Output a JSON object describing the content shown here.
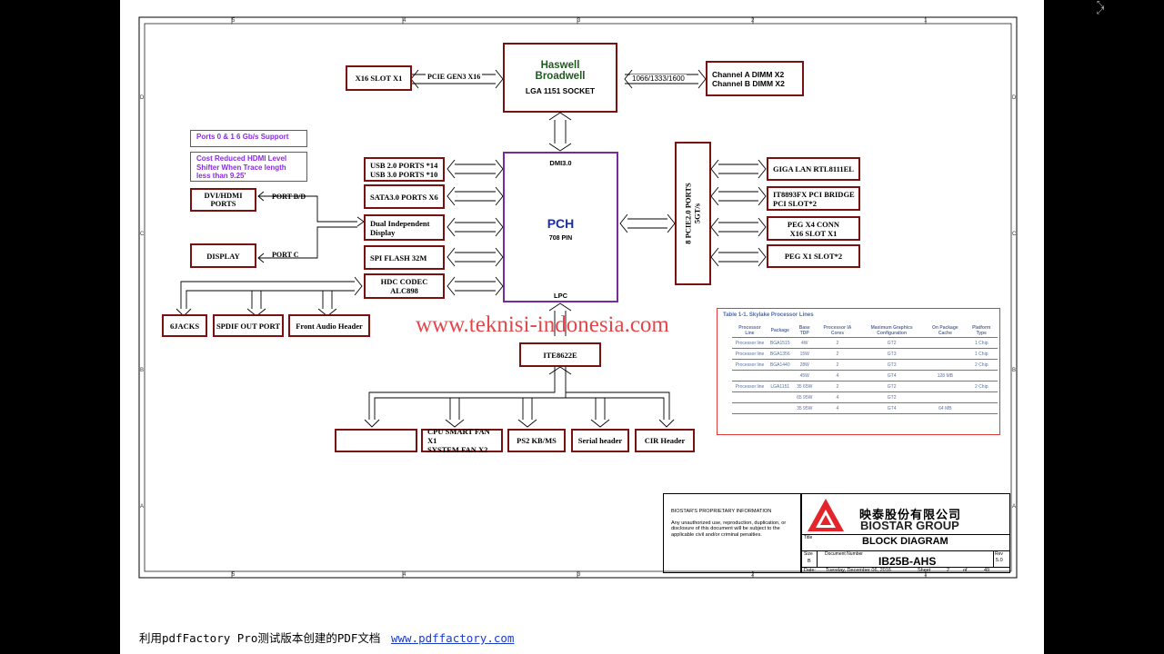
{
  "viewer": {
    "close_icon": "close-icon"
  },
  "cpu": {
    "line1": "Haswell",
    "line2": "Broadwell",
    "socket": "LGA 1151 SOCKET"
  },
  "x16_slot": "X16 SLOT X1",
  "pcie_gen3": "PCIE GEN3 X16",
  "mem_speed": "1066/1333/1600",
  "dimm": {
    "a": "Channel A DIMM X2",
    "b": "Channel B DIMM X2"
  },
  "notes": {
    "ports_support": "Ports 0 & 1 6 Gb/s Support",
    "hdmi_shifter": "Cost Reduced HDMI Level Shifter When Trace length less than 9.25'"
  },
  "pch": {
    "dmi": "DMI3.0",
    "name": "PCH",
    "pins": "708 PIN",
    "lpc": "LPC"
  },
  "usb": {
    "line1": "USB 2.0 PORTS *14",
    "line2": "USB 3.0 PORTS *10"
  },
  "sata": "SATA3.0 PORTS X6",
  "dual_display": {
    "line1": "Dual Independent",
    "line2": "Display"
  },
  "spi_flash": "SPI FLASH 32M",
  "hdc_codec": {
    "line1": "HDC CODEC",
    "line2": "ALC898"
  },
  "dvi_hdmi": {
    "line1": "DVI/HDMI",
    "line2": "PORTS"
  },
  "display_port": "DISPLAY",
  "port_bd": "PORT B/D",
  "port_c": "PORT C",
  "audio": {
    "jacks": "6JACKS",
    "spdif": "SPDIF OUT PORT",
    "front": "Front Audio Header"
  },
  "pcie_block": {
    "line1": "8 PCIE2.0 PORTS",
    "line2": "5GT/s"
  },
  "right_blocks": {
    "lan": "GIGA LAN RTL8111EL",
    "bridge1": "IT8893FX PCI BRIDGE",
    "bridge2": "PCI SLOT*2",
    "peg4_1": "PEG X4 CONN",
    "peg4_2": "X16 SLOT X1",
    "peg1": "PEG X1 SLOT*2"
  },
  "watermark": "www.teknisi-indonesia.com",
  "ite": "ITE8622E",
  "bottom": {
    "fan1": "CPU SMART FAN X1",
    "fan2": "SYSTEM FAN X2",
    "ps2": "PS2 KB/MS",
    "serial": "Serial header",
    "cir": "CIR Header"
  },
  "proc_table": {
    "caption": "Table 1-1. Skylake Processor Lines",
    "headers": [
      "Processor Line",
      "Package",
      "Base TDP",
      "Processor IA Cores",
      "Maximum Graphics Configuration",
      "On Package Cache",
      "Platform Type"
    ],
    "rows": [
      [
        "Processor line",
        "BGA1515",
        "4W",
        "2",
        "GT2",
        "",
        "1 Chip"
      ],
      [
        "Processor line",
        "BGA1356",
        "15W",
        "2",
        "GT3",
        "",
        "1 Chip"
      ],
      [
        "Processor line",
        "BGA1440",
        "28W",
        "2",
        "GT3",
        "",
        "2 Chip"
      ],
      [
        "",
        "",
        "45W",
        "4",
        "GT4",
        "128 MB",
        ""
      ],
      [
        "Processor line",
        "LGA1151",
        "35 65W",
        "2",
        "GT2",
        "",
        "2 Chip"
      ],
      [
        "",
        "",
        "65 95W",
        "4",
        "GT2",
        "",
        ""
      ],
      [
        "",
        "",
        "35 95W",
        "4",
        "GT4",
        "64 MB",
        ""
      ]
    ]
  },
  "title_block": {
    "proprietary_title": "BIOSTAR'S PROPRIETARY INFORMATION",
    "proprietary_text": "Any unauthorized use, reproduction, duplication, or disclosure of this document will be subject to the applicable civil and/or criminal penalties.",
    "company_cn": "映泰股份有限公司",
    "company_en": "BIOSTAR GROUP",
    "title_label": "Title",
    "title": "BLOCK DIAGRAM",
    "size_label": "Size",
    "size": "B",
    "docnum_label": "Document Number",
    "docnum": "IB25B-AHS",
    "rev_label": "Rev",
    "rev": "5.0",
    "date_label": "Date:",
    "date": "Tuesday, December 06, 2016",
    "sheet_label": "Sheet",
    "sheet": "2",
    "of_label": "of",
    "total": "49"
  },
  "footer": {
    "text": "利用pdfFactory Pro测试版本创建的PDF文档",
    "link": "www.pdffactory.com"
  },
  "border_ticks": {
    "cols": [
      "5",
      "4",
      "3",
      "2",
      "1"
    ],
    "rows": [
      "D",
      "C",
      "B",
      "A"
    ]
  },
  "colors": {
    "block_border": "#7b1010",
    "pch_border": "#7b2a9e",
    "note_purple": "#8a2be2",
    "watermark": "#e0343a",
    "table_border": "#e03a3a"
  }
}
